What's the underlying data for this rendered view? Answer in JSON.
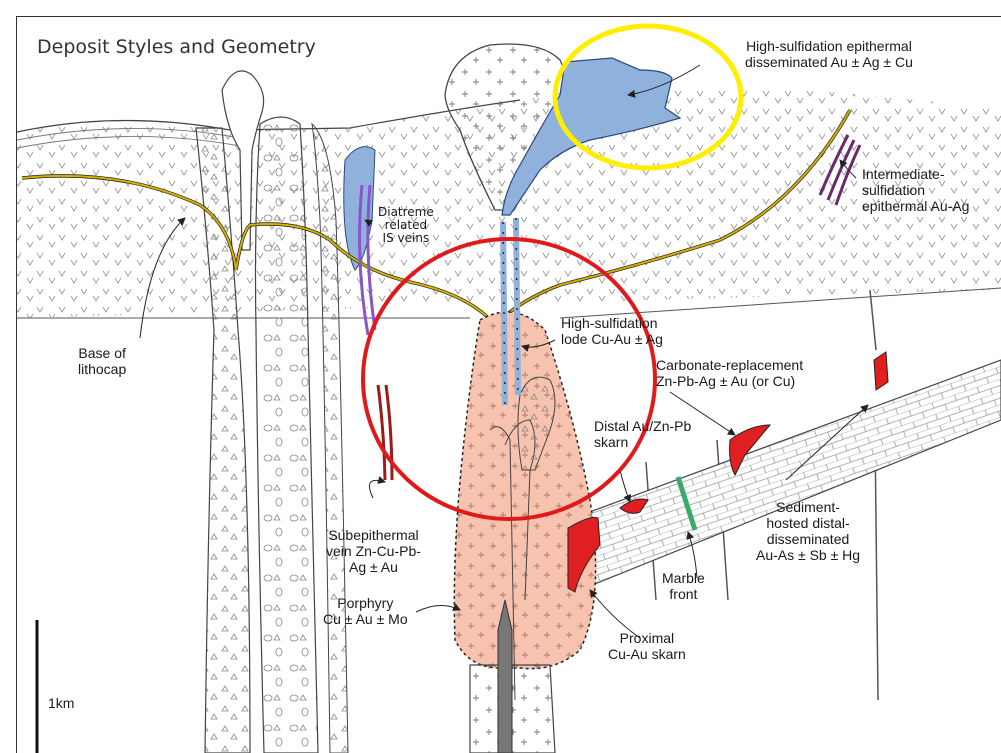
{
  "title": "Deposit Styles and Geometry",
  "labels": {
    "hs_epithermal": "High-sulfidation epithermal\ndisseminated Au ± Ag ± Cu",
    "is_epithermal": "Intermediate-\nsulfidation\nepithermal Au-Ag",
    "diatreme": "Diatreme\nrelated\nIS veins",
    "base_lithocap": "Base of\nlithocap",
    "hs_lode": "High-sulfidation\nlode Cu-Au ± Ag",
    "carbonate_replacement": "Carbonate-replacement\nZn-Pb-Ag ± Au (or Cu)",
    "distal_skarn": "Distal Au/Zn-Pb\nskarn",
    "sediment_hosted": "Sediment-\nhosted distal-\ndisseminated\nAu-As ± Sb ± Hg",
    "subepithermal": "Subepithermal\nvein Zn-Cu-Pb-\nAg ± Au",
    "porphyry": "Porphyry\nCu ± Au ± Mo",
    "marble_front": "Marble\nfront",
    "proximal_skarn": "Proximal\nCu-Au skarn",
    "scale": "1km"
  },
  "colors": {
    "volcanic_fill": "#ffffff",
    "lithocap_line": "#d4b000",
    "hs_blue": "#8fb1dc",
    "porphyry": "#f7c2ae",
    "skarn_red": "#e02020",
    "vein_purple": "#6a2a6a",
    "diatreme_vein": "#8a55c8",
    "sub_vein": "#9b1a1a",
    "marble_green": "#3aaa6a",
    "highlight_yellow": "#ffee00",
    "highlight_red": "#e01a1a"
  }
}
